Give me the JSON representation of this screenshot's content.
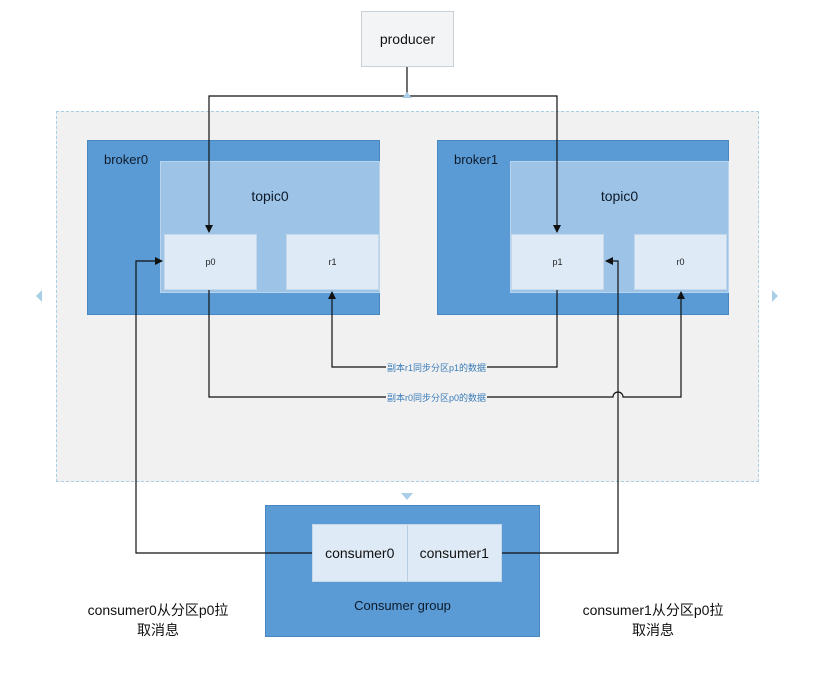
{
  "producer": {
    "label": "producer"
  },
  "brokers": [
    {
      "label": "broker0",
      "topic": "topic0",
      "partitions": [
        "p0",
        "r1"
      ]
    },
    {
      "label": "broker1",
      "topic": "topic0",
      "partitions": [
        "p1",
        "r0"
      ]
    }
  ],
  "sync_labels": {
    "r1_from_p1": "副本r1同步分区p1的数据",
    "r0_from_p0": "副本r0同步分区p0的数据"
  },
  "consumer_group": {
    "label": "Consumer group",
    "consumers": [
      "consumer0",
      "consumer1"
    ]
  },
  "notes": {
    "left": "consumer0从分区p0拉取消息",
    "right": "consumer1从分区p0拉取消息"
  },
  "colors": {
    "broker": "#5b9bd5",
    "topic": "#9dc3e6",
    "partition": "#deebf7",
    "cluster_bg": "#f1f1f1",
    "arrow": "#111111"
  }
}
